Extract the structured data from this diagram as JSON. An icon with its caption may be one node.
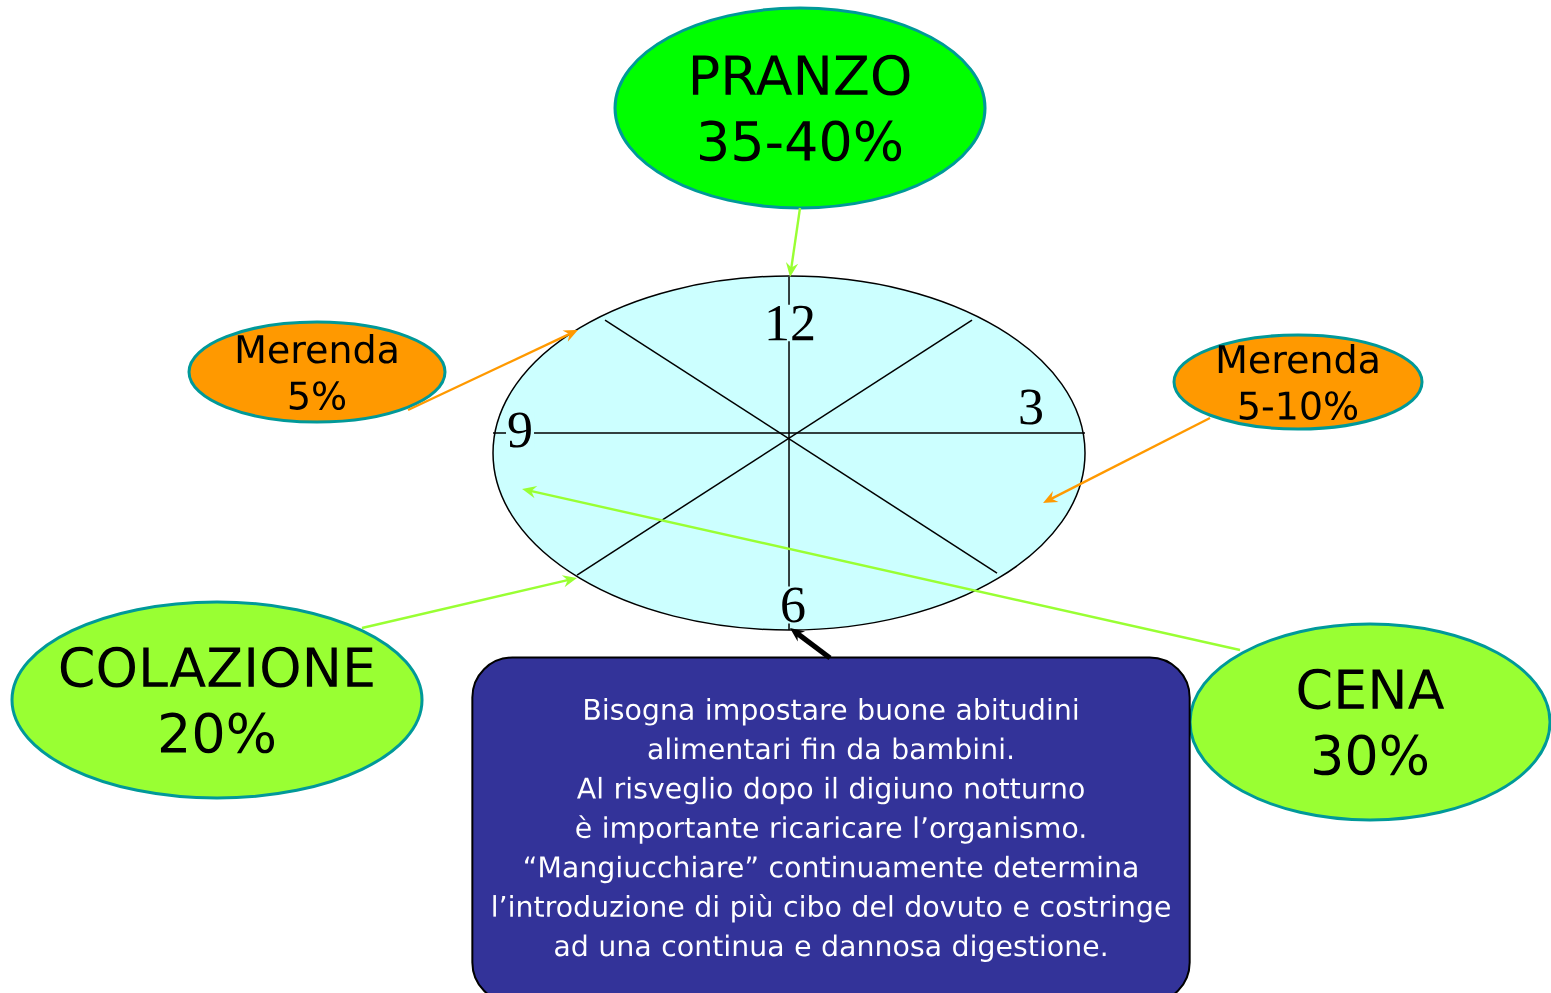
{
  "diagram": {
    "nodes": [
      {
        "text": [
          "PRANZO 35-40%"
        ]
      },
      {
        "text": [
          "Merenda 5%"
        ]
      },
      {
        "text": [
          "Merenda 5-10%"
        ]
      },
      {
        "text": [
          "12",
          "3",
          "6",
          "9"
        ]
      },
      {
        "text": [
          "COLAZIONE 20%"
        ]
      },
      {
        "text": [
          "CENA 30%"
        ]
      },
      {
        "text": [
          "Bisogna impostare buone abitudini alimentari fin da bambini.",
          "Al risveglio dopo il digiuno notturno è importante ricaricare l’organismo.",
          "“Mangiucchiare” continuamente determina l’introduzione di più cibo del dovuto e costringe ad una continua e dannosa digestione."
        ]
      }
    ],
    "edges": [
      {
        "from": 0,
        "to": 3,
        "arrow": "to"
      },
      {
        "from": 1,
        "to": 3,
        "arrow": "to",
        "color": "#ff9900"
      },
      {
        "from": 2,
        "to": 3,
        "arrow": "to",
        "color": "#ff9900"
      },
      {
        "from": 4,
        "to": 3,
        "arrow": "to"
      },
      {
        "from": 5,
        "to": 3,
        "arrow": "to"
      },
      {
        "from": 6,
        "to": 3,
        "arrow": "to",
        "style": "thick",
        "color": "#000000"
      }
    ]
  }
}
